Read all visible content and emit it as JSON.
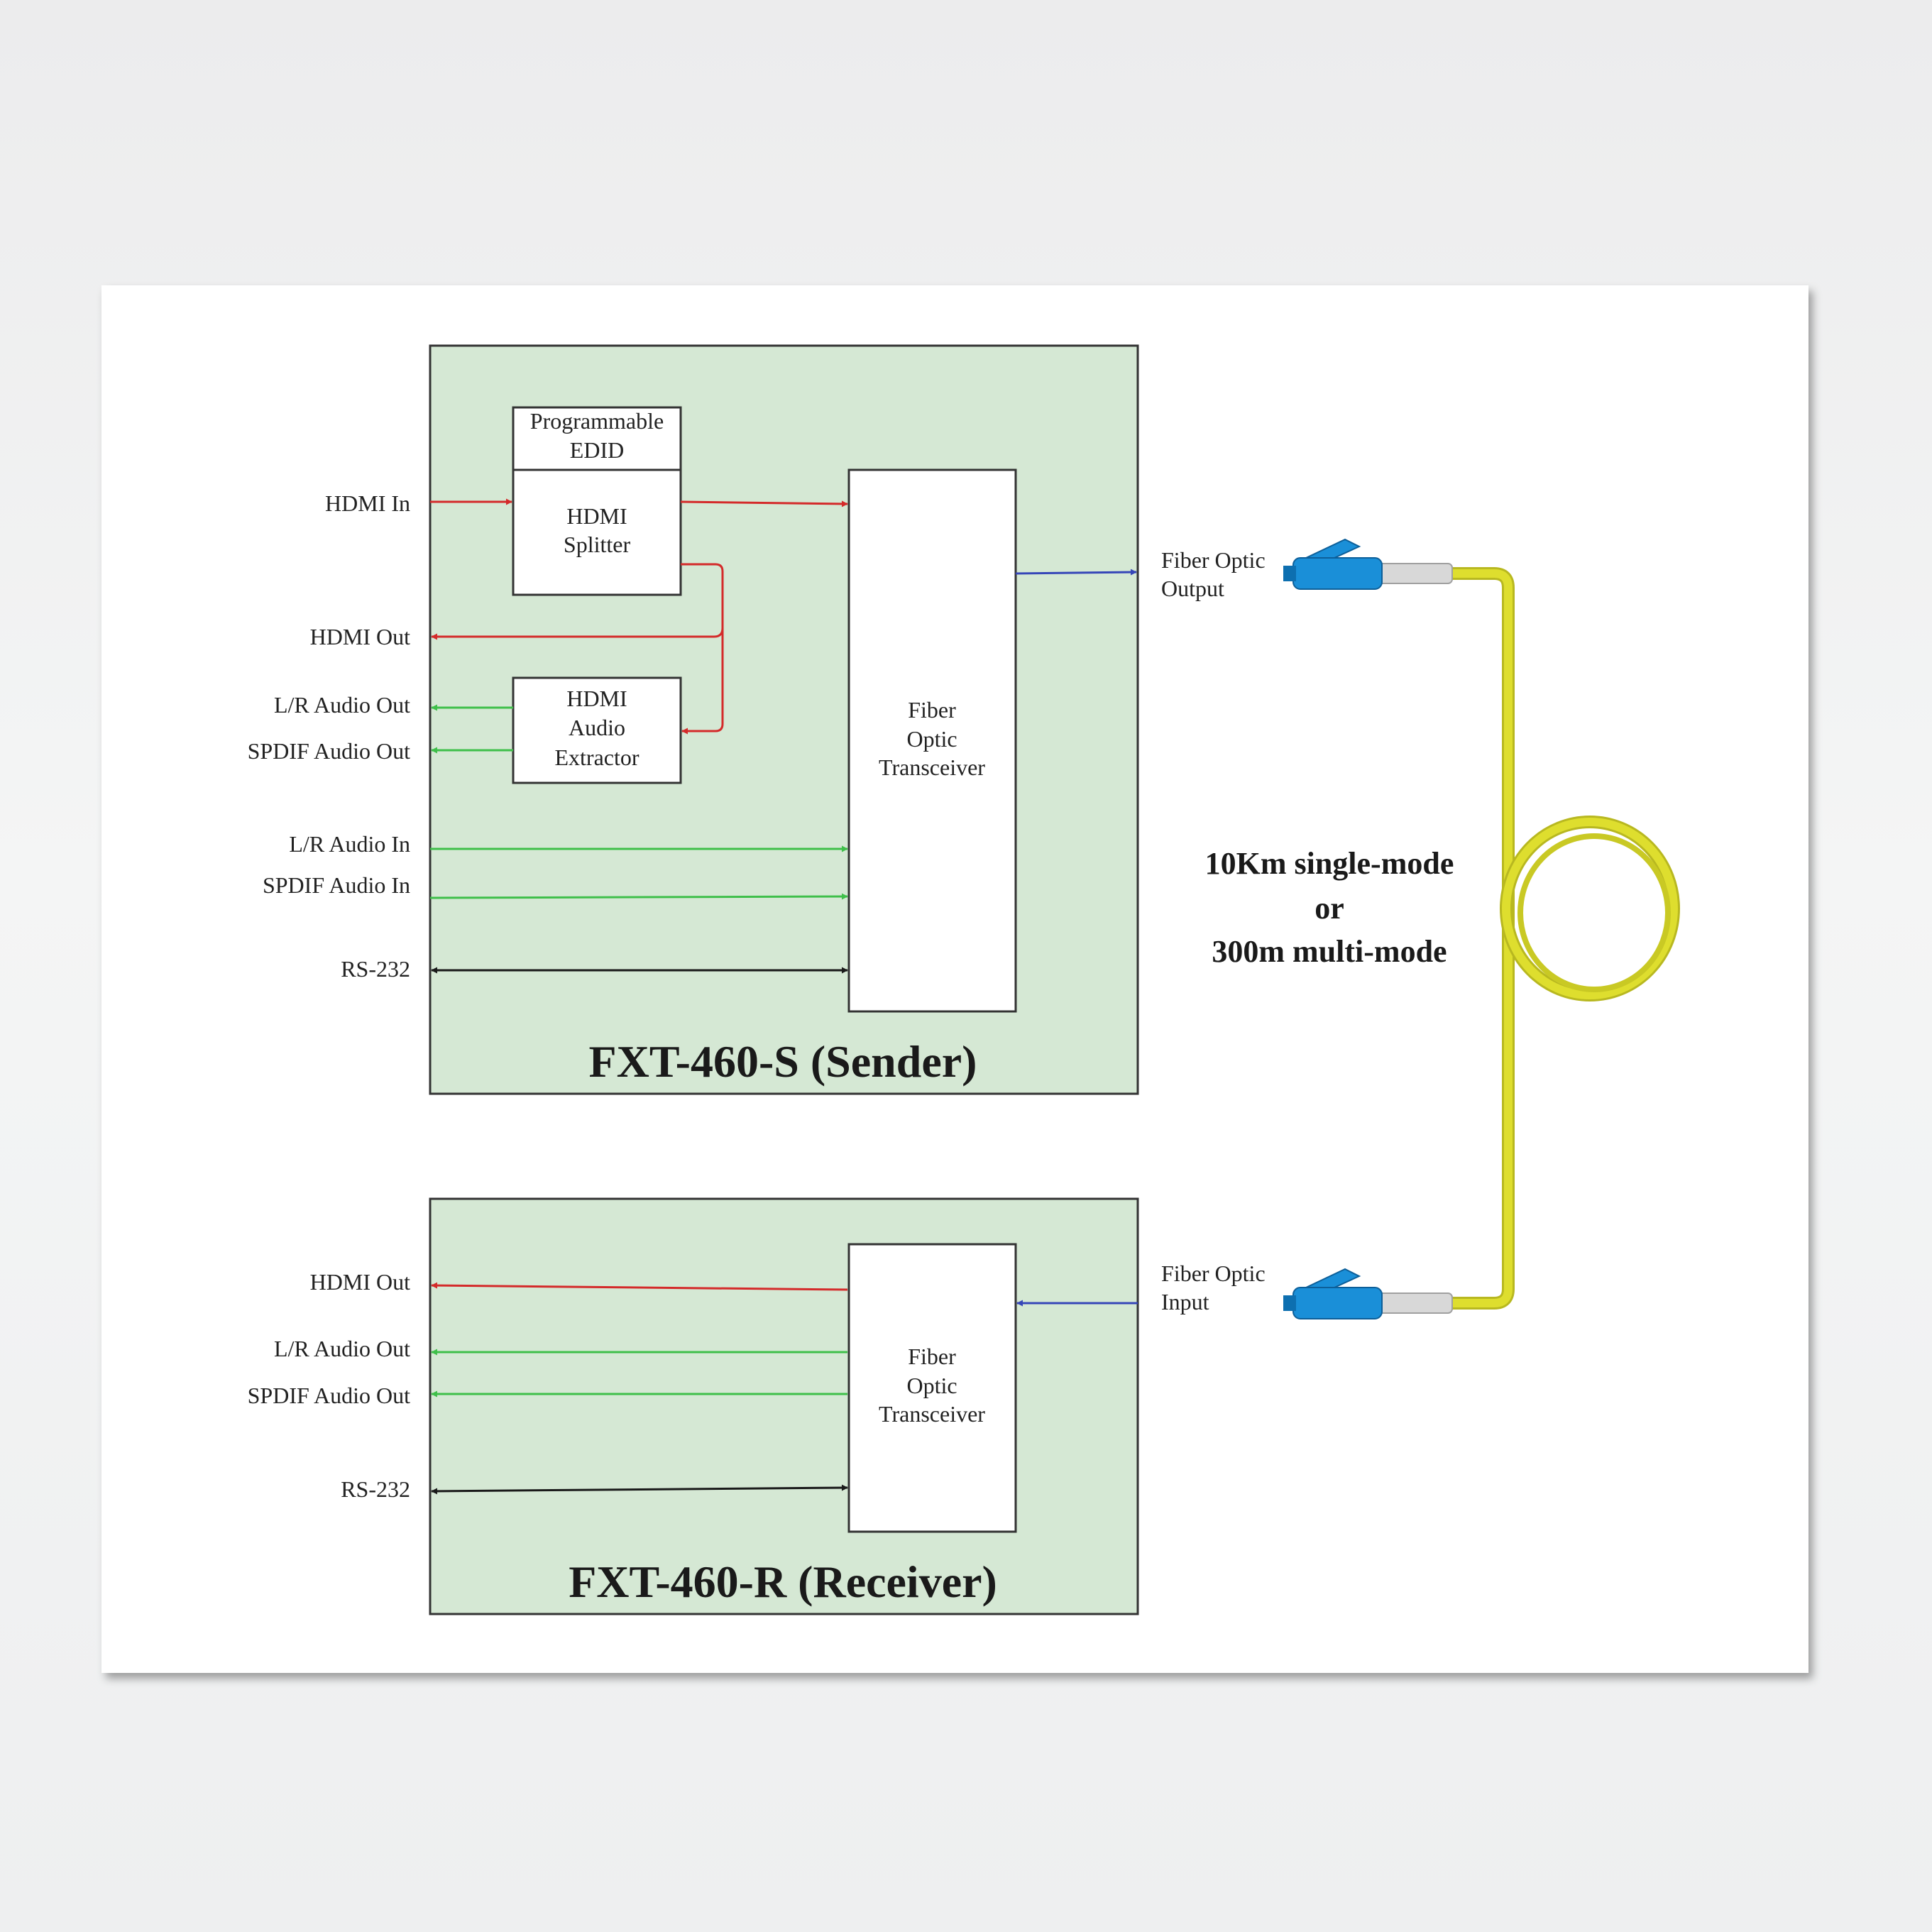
{
  "colors": {
    "hdmi": "#d42a2a",
    "audio": "#3fbf4a",
    "control": "#1a1a1a",
    "fiber_link": "#3646b8",
    "module_fill": "#d5e8d4",
    "cable": "#dede2e",
    "connector": "#1a8fd8"
  },
  "sender": {
    "title": "FXT-460-S (Sender)",
    "edid_line1": "Programmable",
    "edid_line2": "EDID",
    "splitter_line1": "HDMI",
    "splitter_line2": "Splitter",
    "extractor_line1": "HDMI",
    "extractor_line2": "Audio",
    "extractor_line3": "Extractor",
    "transceiver_line1": "Fiber",
    "transceiver_line2": "Optic",
    "transceiver_line3": "Transceiver",
    "ports": {
      "hdmi_in": "HDMI In",
      "hdmi_out": "HDMI Out",
      "lr_audio_out": "L/R Audio Out",
      "spdif_audio_out": "SPDIF Audio Out",
      "lr_audio_in": "L/R Audio In",
      "spdif_audio_in": "SPDIF Audio In",
      "rs232": "RS-232"
    }
  },
  "receiver": {
    "title": "FXT-460-R (Receiver)",
    "transceiver_line1": "Fiber",
    "transceiver_line2": "Optic",
    "transceiver_line3": "Transceiver",
    "ports": {
      "hdmi_out": "HDMI Out",
      "lr_audio_out": "L/R Audio Out",
      "spdif_audio_out": "SPDIF Audio Out",
      "rs232": "RS-232"
    }
  },
  "fiber": {
    "output_line1": "Fiber Optic",
    "output_line2": "Output",
    "input_line1": "Fiber Optic",
    "input_line2": "Input",
    "distance_line1": "10Km single-mode",
    "distance_line2": "or",
    "distance_line3": "300m multi-mode"
  }
}
